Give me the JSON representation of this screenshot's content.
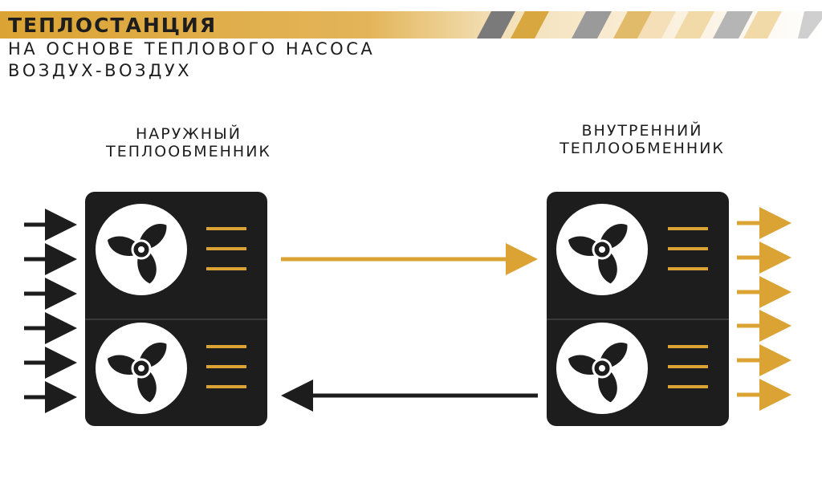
{
  "header": {
    "title": "ТЕПЛОСТАНЦИЯ",
    "subtitle_line1": "НА ОСНОВЕ ТЕПЛОВОГО НАСОСА",
    "subtitle_line2": "ВОЗДУХ-ВОЗДУХ"
  },
  "outdoor_unit": {
    "label_line1": "НАРУЖНЫЙ",
    "label_line2": "ТЕПЛООБМЕННИК"
  },
  "indoor_unit": {
    "label_line1": "ВНУТРЕННИЙ",
    "label_line2": "ТЕПЛООБМЕННИК"
  },
  "colors": {
    "accent": "#dba333",
    "unit_body": "#1d1d1d",
    "stripe_gray": "#7a7a7a",
    "stripe_light": "#f1d9a8"
  },
  "icons": [
    "fan-icon",
    "vent-grille-icon",
    "arrow-right-icon",
    "arrow-left-icon"
  ]
}
